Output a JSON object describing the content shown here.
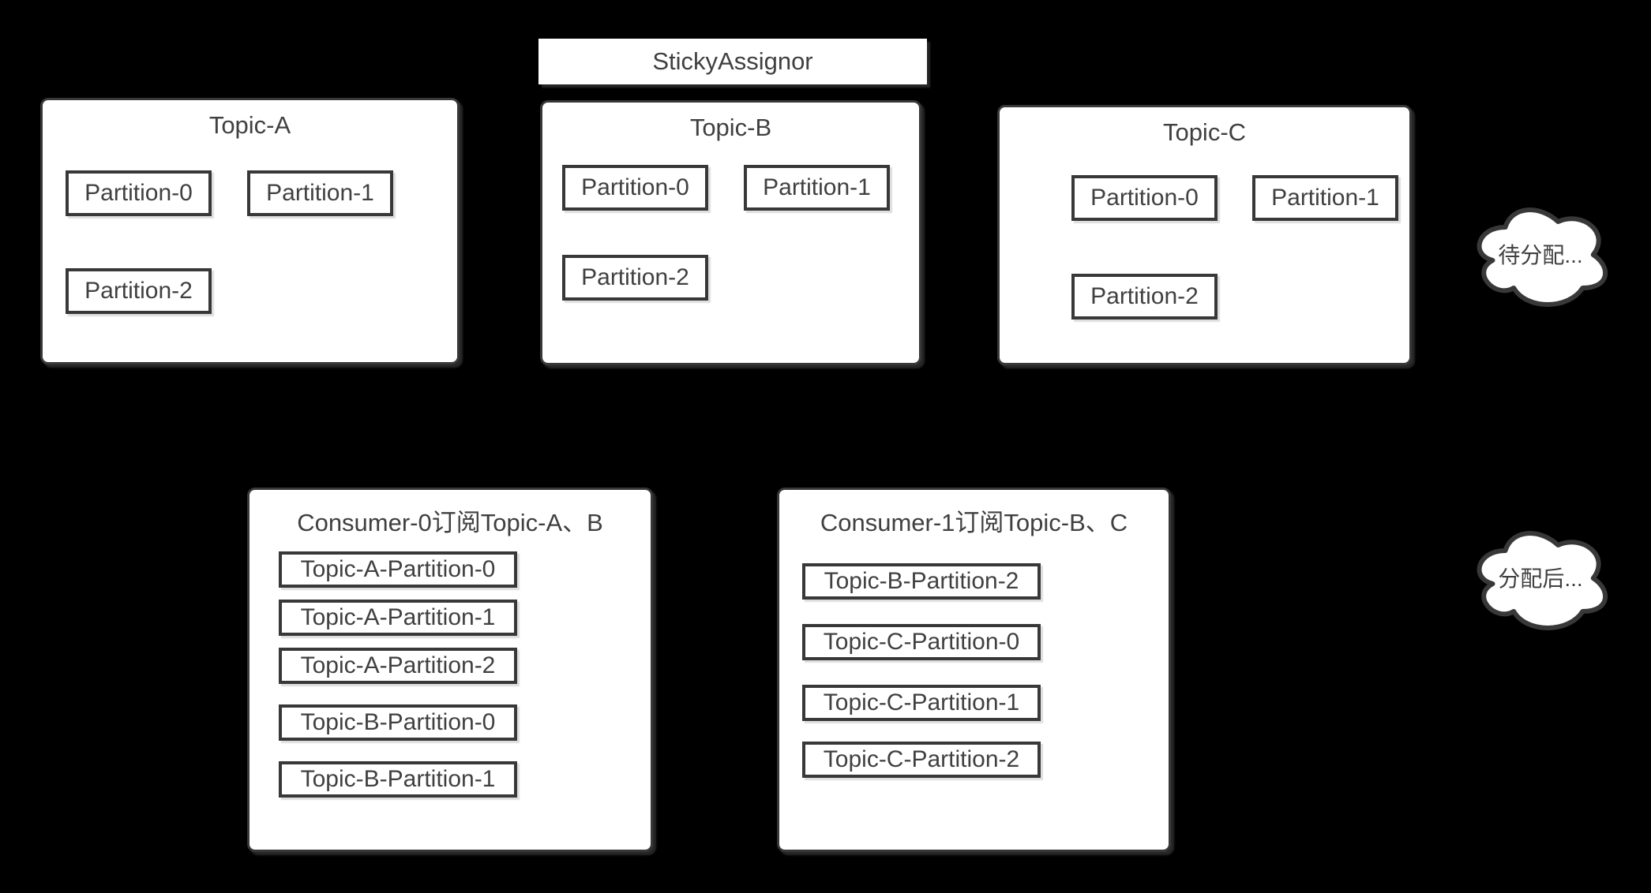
{
  "colors": {
    "background": "#000000",
    "box_fill": "#ffffff",
    "border": "#383838",
    "text": "#404040"
  },
  "header": {
    "title": "StickyAssignor"
  },
  "topics": [
    {
      "name": "Topic-A",
      "partitions": [
        "Partition-0",
        "Partition-1",
        "Partition-2"
      ]
    },
    {
      "name": "Topic-B",
      "partitions": [
        "Partition-0",
        "Partition-1",
        "Partition-2"
      ]
    },
    {
      "name": "Topic-C",
      "partitions": [
        "Partition-0",
        "Partition-1",
        "Partition-2"
      ]
    }
  ],
  "clouds": [
    {
      "label": "待分配..."
    },
    {
      "label": "分配后..."
    }
  ],
  "consumers": [
    {
      "title": "Consumer-0订阅Topic-A、B",
      "assignments": [
        "Topic-A-Partition-0",
        "Topic-A-Partition-1",
        "Topic-A-Partition-2",
        "Topic-B-Partition-0",
        "Topic-B-Partition-1"
      ]
    },
    {
      "title": "Consumer-1订阅Topic-B、C",
      "assignments": [
        "Topic-B-Partition-2",
        "Topic-C-Partition-0",
        "Topic-C-Partition-1",
        "Topic-C-Partition-2"
      ]
    }
  ]
}
